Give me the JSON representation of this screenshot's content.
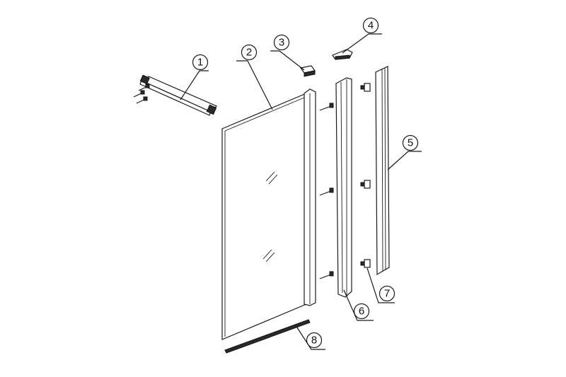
{
  "diagram": {
    "type": "exploded-parts-diagram",
    "callouts": [
      {
        "id": "callout-1",
        "label": "1"
      },
      {
        "id": "callout-2",
        "label": "2"
      },
      {
        "id": "callout-3",
        "label": "3"
      },
      {
        "id": "callout-4",
        "label": "4"
      },
      {
        "id": "callout-5",
        "label": "5"
      },
      {
        "id": "callout-6",
        "label": "6"
      },
      {
        "id": "callout-7",
        "label": "7"
      },
      {
        "id": "callout-8",
        "label": "8"
      }
    ],
    "colors": {
      "line": "#1a1a1a",
      "background": "#ffffff",
      "dark_part": "#2a2a2a"
    }
  }
}
